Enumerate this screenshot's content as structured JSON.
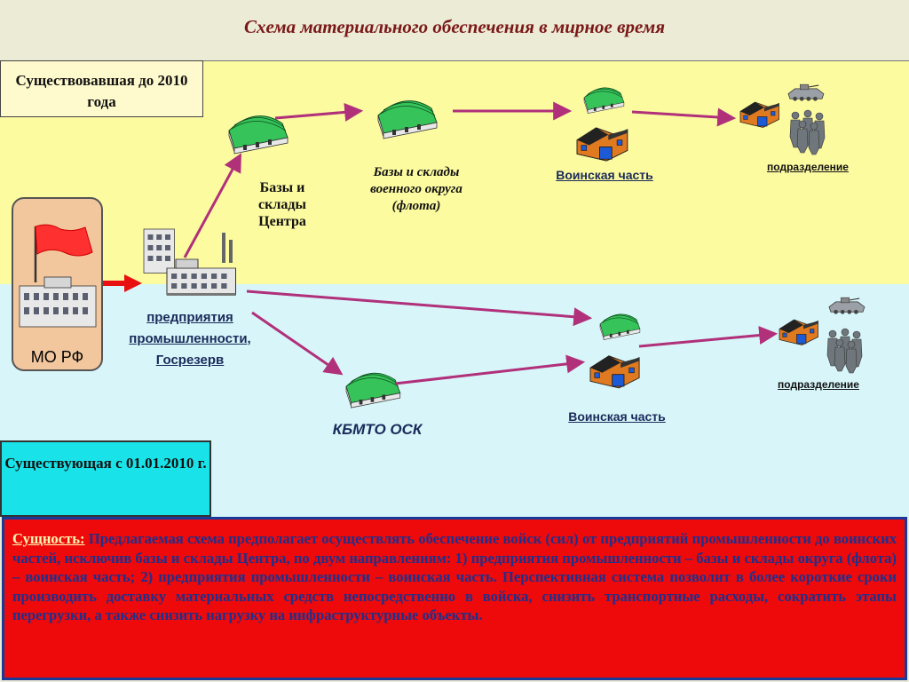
{
  "slide": {
    "title": "Схема материального обеспечения в мирное время",
    "era_old": "Существовавшая до 2010 года",
    "era_new": "Существующая с 01.01.2010 г.",
    "mo_label": "МО РФ"
  },
  "nodes": {
    "industry": "предприятия промышленности, Госрезерв",
    "central_depots": "Базы и склады Центра",
    "district_depots": "Базы и склады военного округа (флота)",
    "unit_old": "Воинская часть",
    "subunit_old": "подразделение",
    "kbmto": "КБМТО ОСК",
    "unit_new": "Воинская часть",
    "subunit_new": "подразделение"
  },
  "essence": {
    "heading": "Сущность:",
    "text": "Предлагаемая схема предполагает осуществлять обеспечение войск (сил) от предприятий промышленности до воинских частей, исключив базы и склады Центра, по двум направлениям: 1) предприятия промышленности – базы и склады округа (флота) – воинская часть; 2) предприятия промышленности – воинская часть. Перспективная система позволит в более короткие сроки производить доставку материальных средств непосредственно в войска, снизить транспортные расходы, сократить этапы перегрузки, а также снизить нагрузку на инфраструктурные объекты."
  },
  "colors": {
    "arrow": "#b0307a",
    "title": "#7a1818",
    "top_zone": "#fdfba0",
    "bottom_zone": "#d8f6fa",
    "panel": "#ee0a0a",
    "panel_text": "#1f2f8c"
  }
}
